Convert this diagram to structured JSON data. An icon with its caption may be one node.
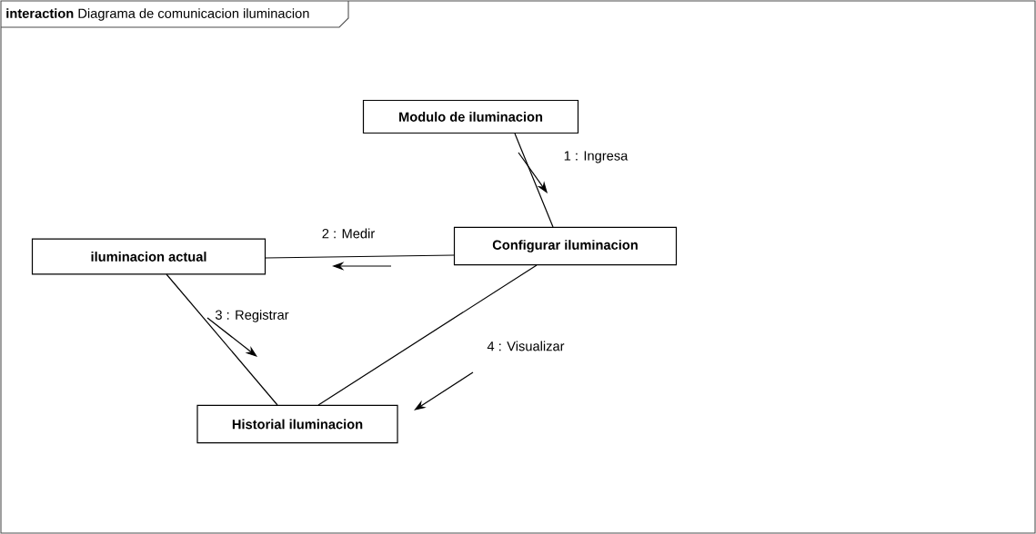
{
  "diagram": {
    "title": "**interaction** Diagrama de comunicacion iluminacion",
    "nodes": [
      {
        "text": [
          "Modulo de iluminacion"
        ]
      },
      {
        "text": [
          "Configurar iluminacion"
        ]
      },
      {
        "text": [
          "iluminacion actual"
        ]
      },
      {
        "text": [
          "Historial iluminacion"
        ]
      }
    ],
    "edges": [
      {
        "from": 0,
        "to": 1,
        "arrow": "none",
        "label": "1 : Ingresa"
      },
      {
        "from": 1,
        "to": 2,
        "arrow": "none",
        "label": "2 : Medir"
      },
      {
        "from": 2,
        "to": 3,
        "arrow": "none",
        "label": "3 : Registrar"
      },
      {
        "from": 1,
        "to": 3,
        "arrow": "none",
        "label": "4 : Visualizar"
      }
    ]
  }
}
